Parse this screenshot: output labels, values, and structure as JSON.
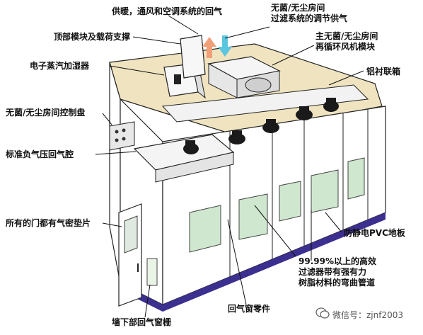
{
  "labels": {
    "supply_return_air": "供暖，通风和空调系统的回气",
    "clean_room_supply": [
      "无菌/无尘房间",
      "过滤系统的调节供气"
    ],
    "top_module": "顶部模块及载荷支撑",
    "main_recirc_fan": [
      "主无菌/无尘房间",
      "再循环风机模块"
    ],
    "humidifier": "电子蒸汽加湿器",
    "aluminum_box": "铝衬联箱",
    "control_panel": "无菌/无尘房间控制盘",
    "negative_pressure_chamber": "标准负气压回气腔",
    "door_gasket": "所有的门都有气密垫片",
    "antistatic_floor": "防静电PVC地板",
    "hepa_filter": [
      "99.99%以上的高效",
      "过滤器带有强有力",
      "树脂材料的弯曲管道"
    ],
    "return_window_parts": "回气窗零件",
    "lower_wall_return_grille": "墙下部回气窗栅"
  },
  "watermark": "微信号：zjnf2003",
  "colors": {
    "wall": "#ffffff",
    "outline": "#222222",
    "roof": "#efe3c0",
    "duct": "#1a1a1a",
    "floor_strip": "#3b2f8f",
    "window_glass": "#cfe7cf",
    "arrow_up": "#f2a07a",
    "arrow_down": "#5cc6e0"
  }
}
